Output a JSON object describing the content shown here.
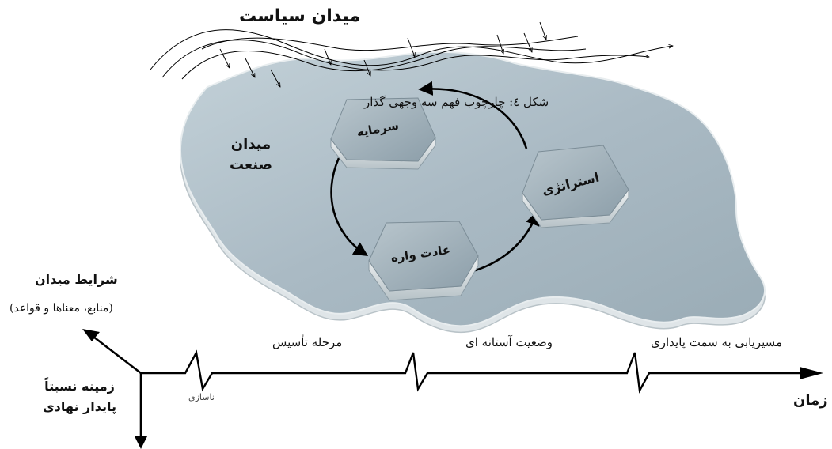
{
  "labels": {
    "politics_field": "میدان سیاست",
    "figure_caption": "شکل ٤: چارچوب فهم سه وجهی گذار",
    "industry_field_line1": "میدان",
    "industry_field_line2": "صنعت",
    "field_conditions": "شرایط میدان",
    "field_conditions_detail": "(منابع، معناها و قواعد)",
    "institutional_line1": "زمینه نسبتاً",
    "institutional_line2": "پایدار نهادی",
    "time": "زمان"
  },
  "nodes": {
    "capital": "سرمایه",
    "strategy": "استراتژی",
    "habitus": "عادت واره"
  },
  "phases": {
    "founding": "مرحله تأسیس",
    "threshold": "وضعیت آستانه ای",
    "sustainability": "مسیریابی به سمت پایداری",
    "misalignment": "ناسازی"
  },
  "colors": {
    "field_fill": "#aebfc9",
    "field_edge": "#e3e8ea",
    "hex_top": "#9fb0bb",
    "hex_side": "#d4dcdf",
    "line": "#000000"
  }
}
